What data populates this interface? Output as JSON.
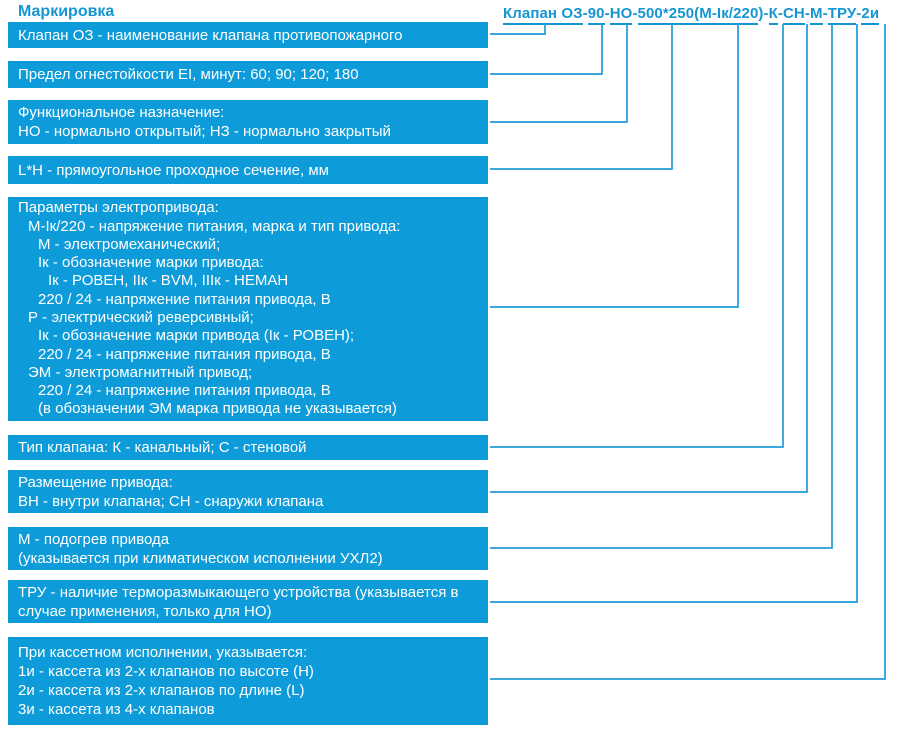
{
  "page": {
    "title": "Маркировка"
  },
  "colors": {
    "accent": "#1596d3",
    "box_fill": "#0d9cd9",
    "box_text": "#ffffff"
  },
  "code": {
    "full": "Клапан ОЗ-90-НО-500*250(М-Iк/220)-К-СН-М-ТРУ-2и",
    "segments": [
      {
        "text": "Клапан ОЗ",
        "underline": true
      },
      {
        "text": "-",
        "underline": false
      },
      {
        "text": "90",
        "underline": true
      },
      {
        "text": "-",
        "underline": false
      },
      {
        "text": "НО",
        "underline": true
      },
      {
        "text": "-",
        "underline": false
      },
      {
        "text": "500*250(М-Iк/220",
        "underline": true
      },
      {
        "text": ")-",
        "underline": false
      },
      {
        "text": "К",
        "underline": true
      },
      {
        "text": "-",
        "underline": false
      },
      {
        "text": "СН",
        "underline": true
      },
      {
        "text": "-",
        "underline": false
      },
      {
        "text": "М",
        "underline": true
      },
      {
        "text": "-",
        "underline": false
      },
      {
        "text": "ТРУ",
        "underline": true
      },
      {
        "text": "-",
        "underline": false
      },
      {
        "text": "2и",
        "underline": true
      }
    ]
  },
  "boxes": [
    {
      "name": "valve-name",
      "lines": [
        {
          "text": "Клапан ОЗ - наименование клапана противопожарного",
          "indent": 0
        }
      ]
    },
    {
      "name": "fire-resistance",
      "lines": [
        {
          "text": "Предел огнестойкости EI, минут: 60; 90; 120; 180",
          "indent": 0
        }
      ]
    },
    {
      "name": "functional-purpose",
      "lines": [
        {
          "text": "Функциональное назначение:",
          "indent": 0
        },
        {
          "text": "НО - нормально открытый; НЗ - нормально закрытый",
          "indent": 0
        }
      ]
    },
    {
      "name": "cross-section",
      "lines": [
        {
          "text": "L*H - прямоугольное проходное сечение, мм",
          "indent": 0
        }
      ]
    },
    {
      "name": "actuator-parameters",
      "lines": [
        {
          "text": "Параметры электропривода:",
          "indent": 0
        },
        {
          "text": "М-Iк/220 - напряжение питания, марка и тип привода:",
          "indent": 1
        },
        {
          "text": "М - электромеханический;",
          "indent": 2
        },
        {
          "text": "Iк - обозначение марки привода:",
          "indent": 2
        },
        {
          "text": "Iк - РОВЕН, IIк - BVM, IIIк - НЕМАН",
          "indent": 3
        },
        {
          "text": "220 / 24 - напряжение питания привода, В",
          "indent": 2
        },
        {
          "text": "Р - электрический реверсивный;",
          "indent": 1
        },
        {
          "text": "Iк - обозначение марки привода (Iк - РОВЕН);",
          "indent": 2
        },
        {
          "text": "220 / 24 - напряжение питания привода, В",
          "indent": 2
        },
        {
          "text": "ЭМ - электромагнитный привод;",
          "indent": 1
        },
        {
          "text": "220 / 24 - напряжение питания привода, В",
          "indent": 2
        },
        {
          "text": "(в обозначении ЭМ марка привода не указывается)",
          "indent": 2
        }
      ]
    },
    {
      "name": "valve-type",
      "lines": [
        {
          "text": "Тип клапана: К - канальный; С - стеновой",
          "indent": 0
        }
      ]
    },
    {
      "name": "actuator-placement",
      "lines": [
        {
          "text": "Размещение привода:",
          "indent": 0
        },
        {
          "text": "ВН - внутри клапана; СН - снаружи клапана",
          "indent": 0
        }
      ]
    },
    {
      "name": "actuator-heating",
      "lines": [
        {
          "text": "М - подогрев привода",
          "indent": 0
        },
        {
          "text": "(указывается при климатическом исполнении УХЛ2)",
          "indent": 0
        }
      ]
    },
    {
      "name": "thermal-release",
      "lines": [
        {
          "text": "ТРУ - наличие терморазмыкающего устройства (указывается в",
          "indent": 0
        },
        {
          "text": "случае применения, только для НО)",
          "indent": 0
        }
      ]
    },
    {
      "name": "cassette-design",
      "lines": [
        {
          "text": "При кассетном исполнении, указывается:",
          "indent": 0
        },
        {
          "text": "1и - кассета из 2-х клапанов по высоте (Н)",
          "indent": 0
        },
        {
          "text": "2и - кассета из 2-х клапанов по длине (L)",
          "indent": 0
        },
        {
          "text": "3и - кассета из 4-х клапанов",
          "indent": 0
        }
      ]
    }
  ]
}
